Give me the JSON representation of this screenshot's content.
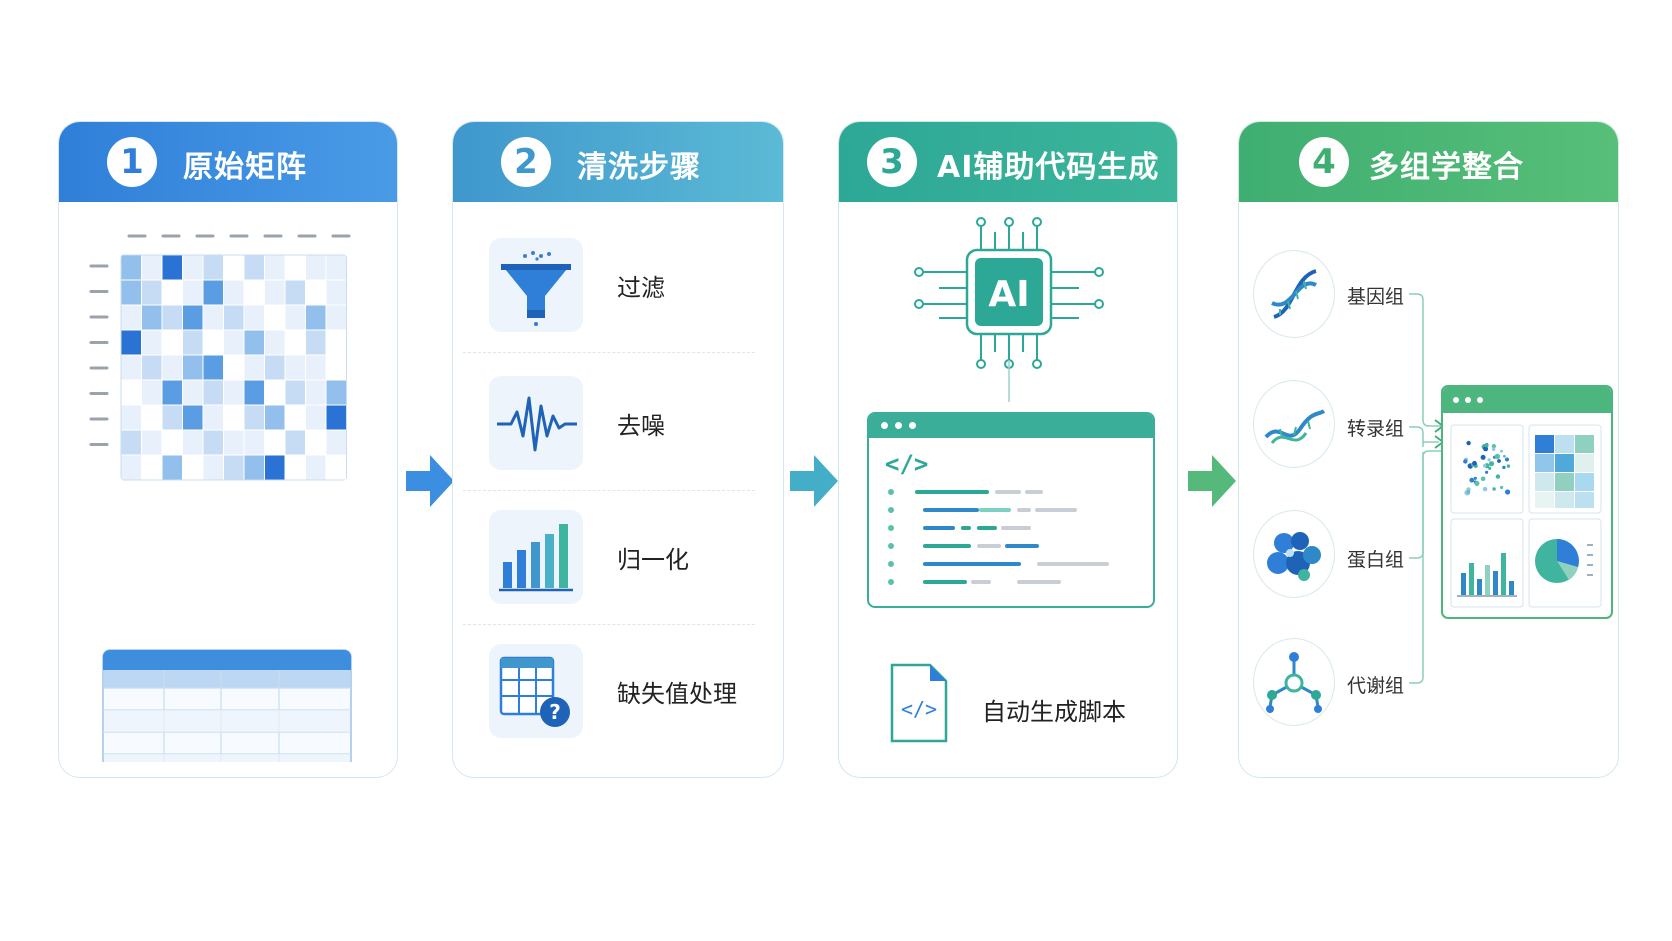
{
  "steps": [
    {
      "num": "1",
      "title": "原始矩阵"
    },
    {
      "num": "2",
      "title": "清洗步骤"
    },
    {
      "num": "3",
      "title": "AI辅助代码生成"
    },
    {
      "num": "4",
      "title": "多组学整合"
    }
  ],
  "cleaning": {
    "items": [
      "过滤",
      "去噪",
      "归一化",
      "缺失值处理"
    ]
  },
  "ai": {
    "chip_label": "AI",
    "code_symbol": "</>",
    "script_label": "自动生成脚本"
  },
  "omics": {
    "items": [
      "基因组",
      "转录组",
      "蛋白组",
      "代谢组"
    ]
  },
  "colors": {
    "blue": "#2f7fd9",
    "cyan": "#3f97cd",
    "teal": "#2da897",
    "green": "#3fae72"
  },
  "matrix": {
    "cells": [
      [
        3,
        1,
        5,
        1,
        2,
        0,
        2,
        1,
        0,
        1,
        1
      ],
      [
        3,
        2,
        0,
        1,
        4,
        1,
        0,
        1,
        2,
        0,
        1
      ],
      [
        1,
        3,
        2,
        4,
        1,
        2,
        1,
        0,
        1,
        3,
        1
      ],
      [
        5,
        1,
        0,
        2,
        0,
        1,
        3,
        1,
        0,
        2,
        0
      ],
      [
        1,
        2,
        1,
        3,
        4,
        0,
        1,
        2,
        1,
        1,
        0
      ],
      [
        0,
        1,
        4,
        1,
        2,
        1,
        4,
        0,
        2,
        1,
        3
      ],
      [
        1,
        0,
        2,
        4,
        1,
        0,
        2,
        3,
        0,
        1,
        5
      ],
      [
        2,
        1,
        0,
        1,
        2,
        1,
        1,
        0,
        2,
        0,
        1
      ],
      [
        1,
        0,
        3,
        0,
        1,
        2,
        3,
        5,
        0,
        1,
        0
      ]
    ]
  }
}
